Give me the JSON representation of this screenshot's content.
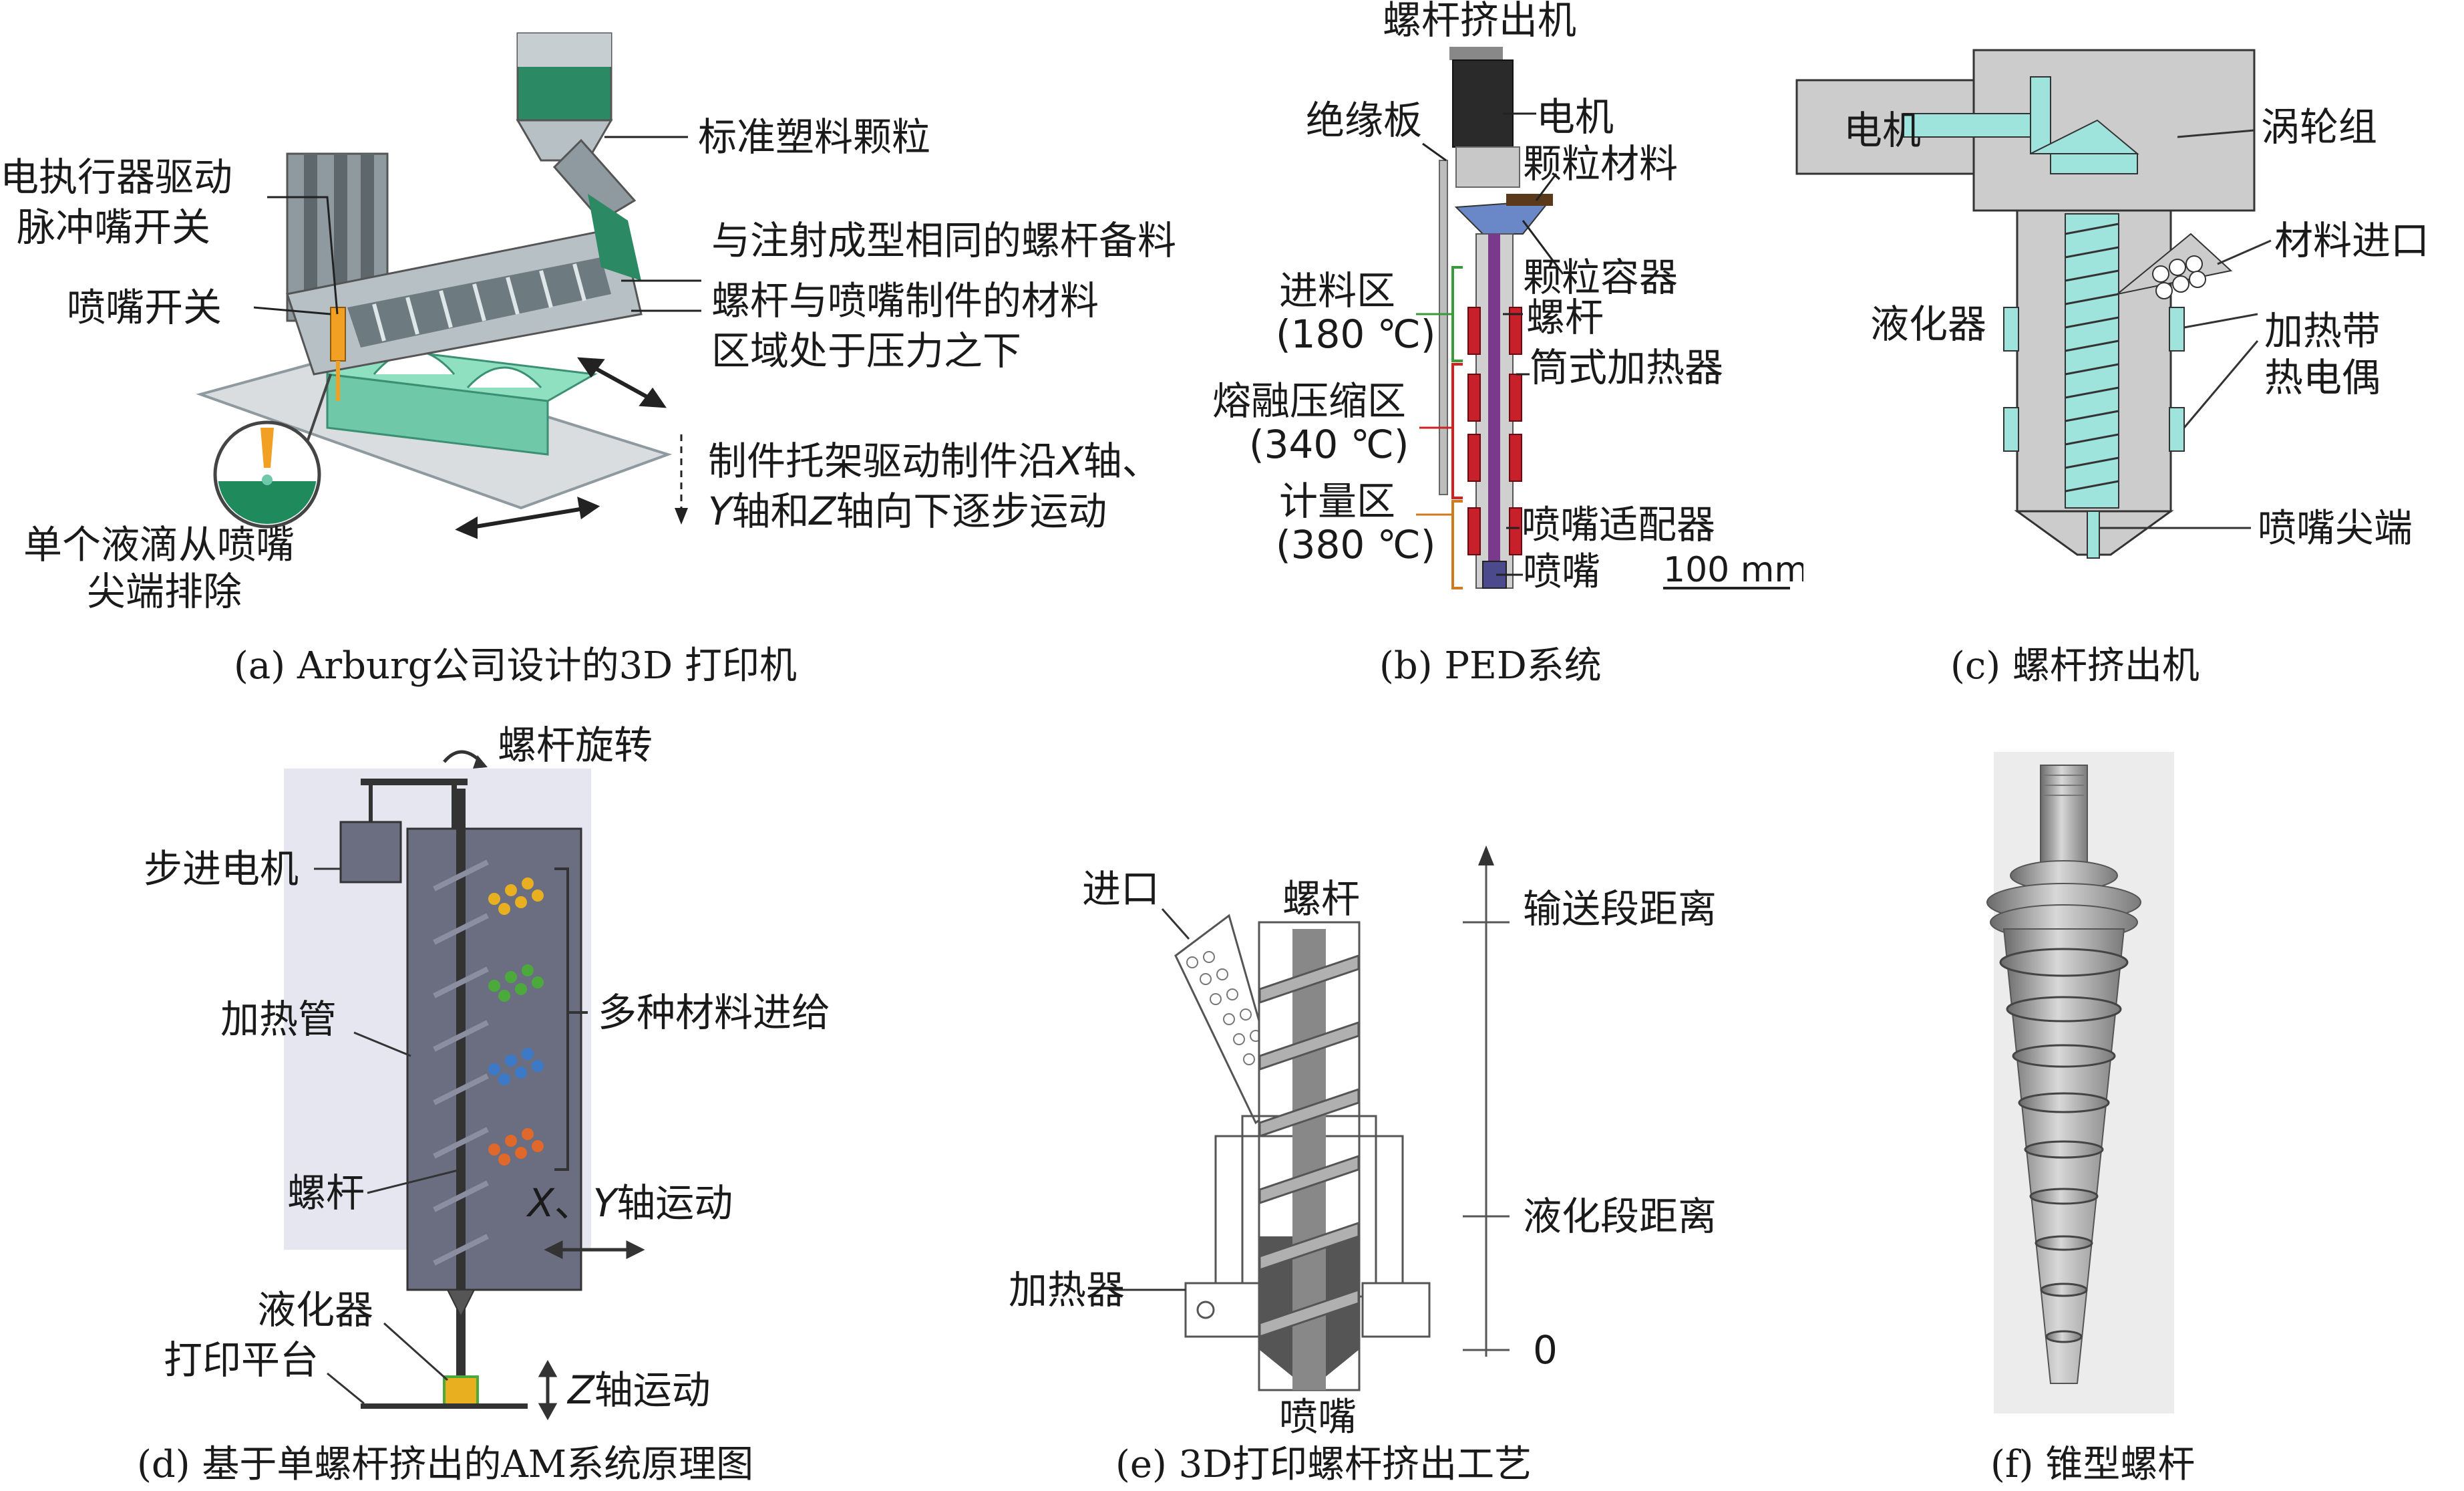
{
  "panel_a": {
    "caption": "(a) Arburg公司设计的3D 打印机",
    "label_actuator_1": "电执行器驱动",
    "label_actuator_2": "脉冲嘴开关",
    "label_nozzle_switch": "喷嘴开关",
    "label_droplet_1": "单个液滴从喷嘴",
    "label_droplet_2": "尖端排除",
    "label_pellets": "标准塑料颗粒",
    "label_screw_stock": "与注射成型相同的螺杆备料",
    "label_pressure_1": "螺杆与喷嘴制件的材料",
    "label_pressure_2": "区域处于压力之下",
    "label_motion_1a": "制件托架驱动制件沿",
    "label_motion_1_axis": "X",
    "label_motion_1b": "轴、",
    "label_motion_2_axis_y": "Y",
    "label_motion_2_mid": "轴和",
    "label_motion_2_axis_z": "Z",
    "label_motion_2_tail": "轴向下逐步运动",
    "colors": {
      "machine": "#8e9aa0",
      "part": "#6fc9a8",
      "pellet": "#1f8a5c",
      "nozzle": "#f2a024"
    }
  },
  "panel_b": {
    "caption": "(b) PED系统",
    "title": "螺杆挤出机",
    "label_insulation": "绝缘板",
    "label_motor": "电机",
    "label_granular": "颗粒材料",
    "label_container": "颗粒容器",
    "label_screw": "螺杆",
    "label_heater": "筒式加热器",
    "label_adapter": "喷嘴适配器",
    "label_nozzle": "喷嘴",
    "label_feed_zone": "进料区",
    "label_feed_temp": "(180 ℃)",
    "label_melt_zone": "熔融压缩区",
    "label_melt_temp": "(340 ℃)",
    "label_meter_zone": "计量区",
    "label_meter_temp": "(380 ℃)",
    "scale_bar": "100 mm",
    "colors": {
      "heater": "#c8202a",
      "screw": "#7a3a8c",
      "zone_feed": "#3a9a3a",
      "zone_melt": "#d02020",
      "zone_meter": "#d07a20"
    }
  },
  "panel_c": {
    "caption": "(c) 螺杆挤出机",
    "label_motor": "电机",
    "label_worm": "涡轮组",
    "label_inlet": "材料进口",
    "label_liquefier": "液化器",
    "label_heater_1": "加热带",
    "label_heater_2": "热电偶",
    "label_tip": "喷嘴尖端",
    "colors": {
      "body": "#cccccc",
      "screw": "#9fe3dd"
    }
  },
  "panel_d": {
    "caption": "(d) 基于单螺杆挤出的AM系统原理图",
    "label_rotation": "螺杆旋转",
    "label_stepper": "步进电机",
    "label_heating_tube": "加热管",
    "label_multi_feed": "多种材料进给",
    "label_screw": "螺杆",
    "label_xy_axis_x": "X",
    "label_xy_sep": "、",
    "label_xy_axis_y": "Y",
    "label_xy_tail": "轴运动",
    "label_liquefier": "液化器",
    "label_platform": "打印平台",
    "label_z_axis": "Z",
    "label_z_tail": "轴运动",
    "colors": {
      "tube": "#6b6e80",
      "bg": "#e6e6f0",
      "mat1": "#e8b020",
      "mat2": "#4caa3c",
      "mat3": "#3c7ac8",
      "mat4": "#e0682a"
    }
  },
  "panel_e": {
    "caption": "(e) 3D打印螺杆挤出工艺",
    "label_inlet": "进口",
    "label_screw": "螺杆",
    "label_heater": "加热器",
    "label_nozzle": "喷嘴",
    "label_conveying": "输送段距离",
    "label_liquefying": "液化段距离",
    "label_zero": "0"
  },
  "panel_f": {
    "caption": "(f) 锥型螺杆",
    "colors": {
      "bg": "#ececec",
      "screw": "#9a9a9a"
    }
  }
}
